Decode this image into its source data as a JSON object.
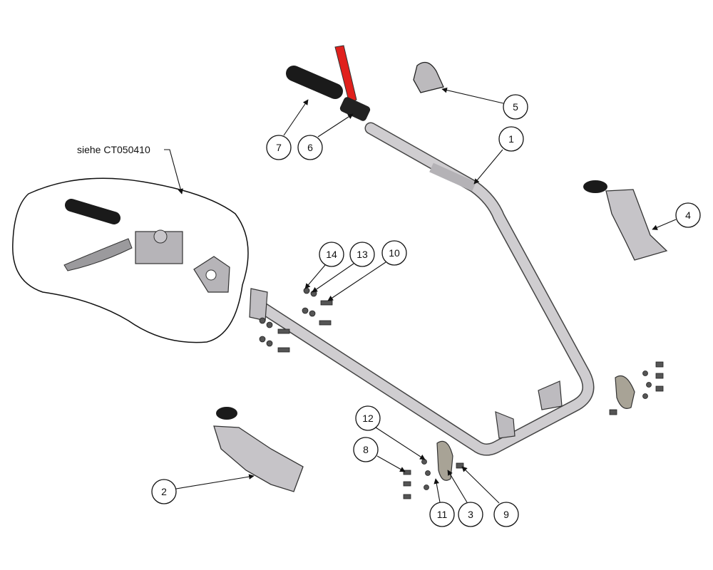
{
  "reference_note": "siehe CT050410",
  "callouts": [
    "1",
    "2",
    "3",
    "4",
    "5",
    "6",
    "7",
    "8",
    "9",
    "10",
    "11",
    "12",
    "13",
    "14"
  ],
  "colors": {
    "tube": "#c8c6c8",
    "outline": "#333333",
    "lever": "#e0201c",
    "grip": "#1a1a1a"
  }
}
